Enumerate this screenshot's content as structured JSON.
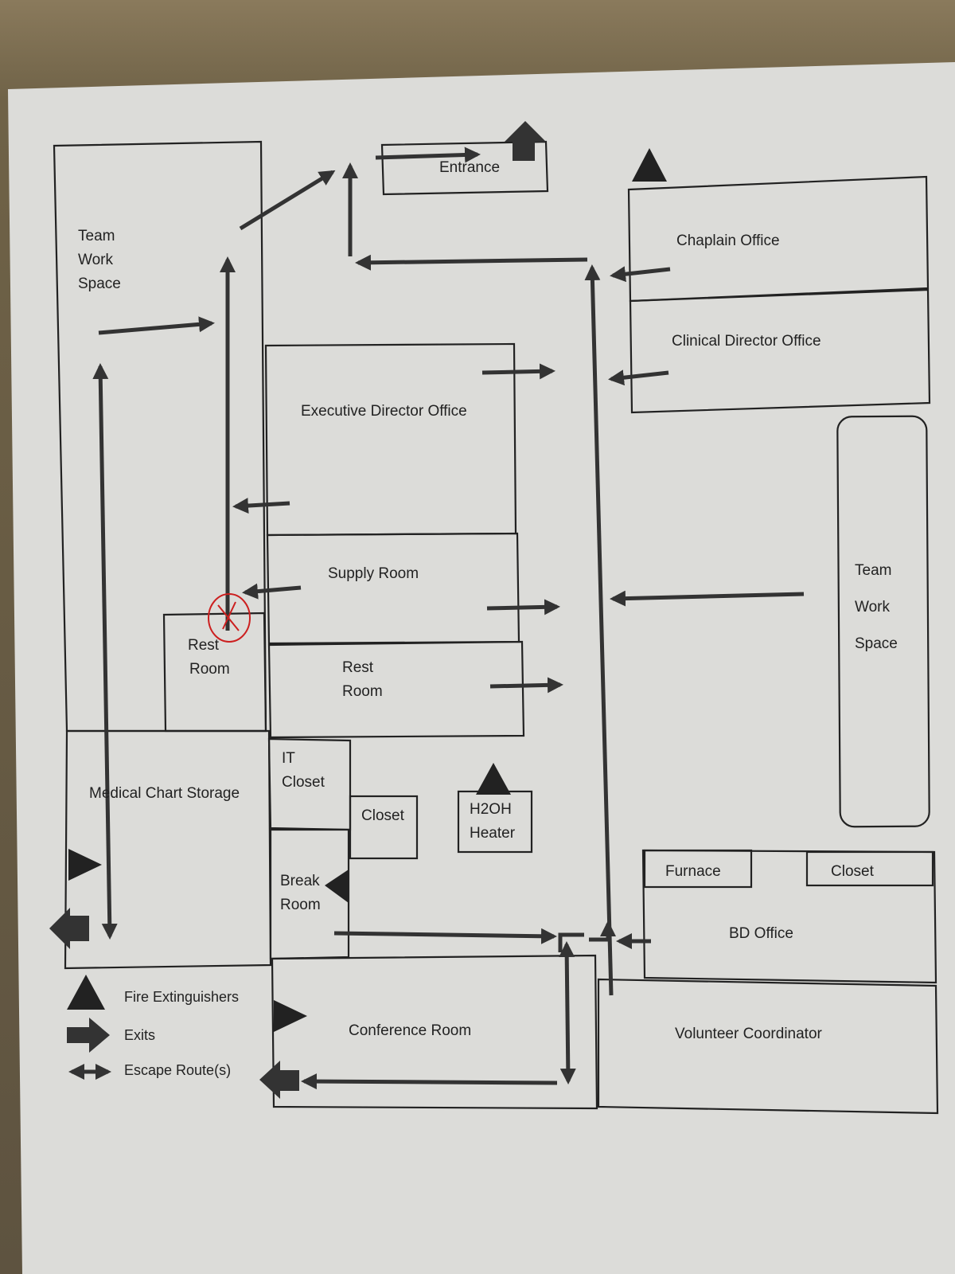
{
  "rooms": {
    "team_work_space_left": [
      "Team",
      "Work",
      "Space"
    ],
    "entrance": "Entrance",
    "chaplain_office": "Chaplain Office",
    "clinical_director_office": "Clinical Director Office",
    "executive_director_office": "Executive Director Office",
    "supply_room": "Supply Room",
    "rest_room_small": [
      "Rest",
      "Room"
    ],
    "rest_room_center": [
      "Rest",
      "Room"
    ],
    "team_work_space_right": [
      "Team",
      "Work",
      "Space"
    ],
    "medical_chart_storage": "Medical Chart Storage",
    "it_closet": [
      "IT",
      "Closet"
    ],
    "closet_center": "Closet",
    "h2oh_heater": [
      "H2OH",
      "Heater"
    ],
    "break_room": [
      "Break",
      "Room"
    ],
    "furnace": "Furnace",
    "closet_right": "Closet",
    "bd_office": "BD Office",
    "conference_room": "Conference Room",
    "volunteer_coordinator": "Volunteer Coordinator"
  },
  "legend": {
    "fire_extinguishers": "Fire Extinguishers",
    "exits": "Exits",
    "escape_routes": "Escape Route(s)"
  },
  "colors": {
    "paper": "#dcdcda",
    "ink": "#222222",
    "route": "#333333",
    "annotation": "#cc1f1f",
    "background": "#6f6247"
  },
  "markers": {
    "fire_extinguisher_icon": "triangle",
    "exit_icon": "block-arrow",
    "escape_route_icon": "double-arrow"
  }
}
